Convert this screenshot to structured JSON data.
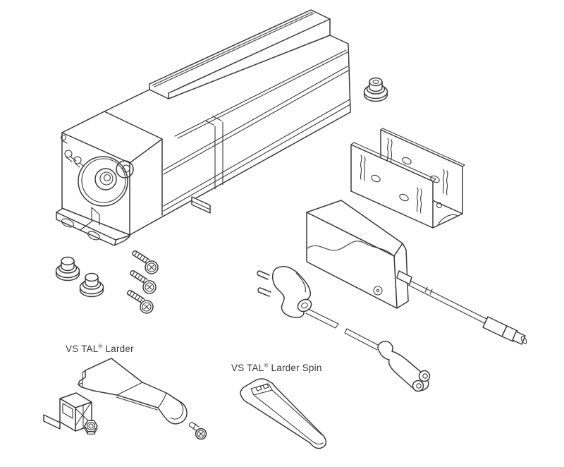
{
  "canvas": {
    "background": "#ffffff",
    "line_color": "#3a3a3a"
  },
  "labels": {
    "larder": {
      "brand": "VS TAL",
      "reg": "®",
      "suffix": " Larder"
    },
    "larder_spin": {
      "brand": "VS TAL",
      "reg": "®",
      "suffix": " Larder Spin"
    }
  },
  "parts": [
    "linear-drive-unit",
    "round-mounting-grommet-top",
    "wall-mounting-bracket",
    "power-adapter",
    "dc-cable-with-plug",
    "mains-cord-europlug",
    "mains-cord-c7-connector",
    "mounting-screws",
    "rubber-grommets",
    "larder-bracket",
    "connector-block",
    "hex-nut",
    "short-screw",
    "larder-spin-bracket"
  ]
}
